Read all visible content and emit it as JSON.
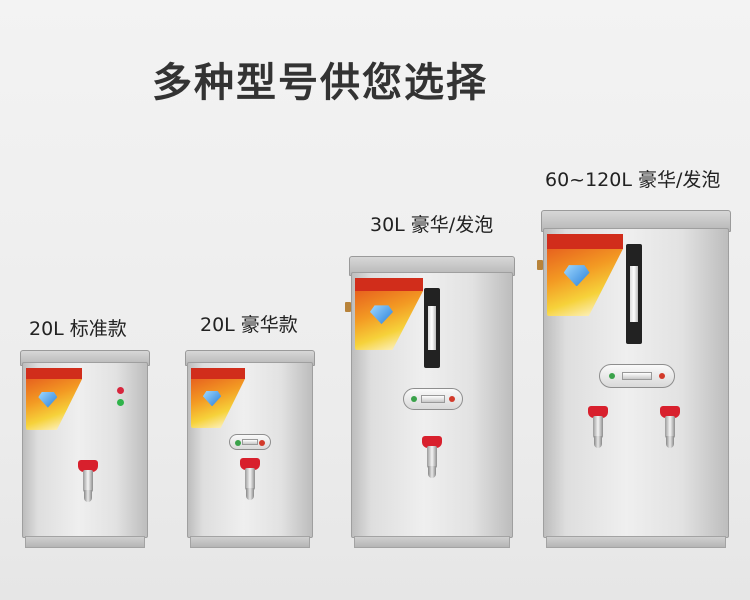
{
  "headline": "多种型号供您选择",
  "models": [
    {
      "label": "20L 标准款"
    },
    {
      "label": "20L 豪华款"
    },
    {
      "label": "30L 豪华/发泡"
    },
    {
      "label": "60~120L 豪华/发泡"
    }
  ],
  "colors": {
    "background": "#efefef",
    "tap_handle": "#d8202d",
    "led_red": "#d7263d",
    "led_green": "#2fb34a",
    "sticker_red": "#d12d1b",
    "sticker_orange": "#f39a23"
  }
}
